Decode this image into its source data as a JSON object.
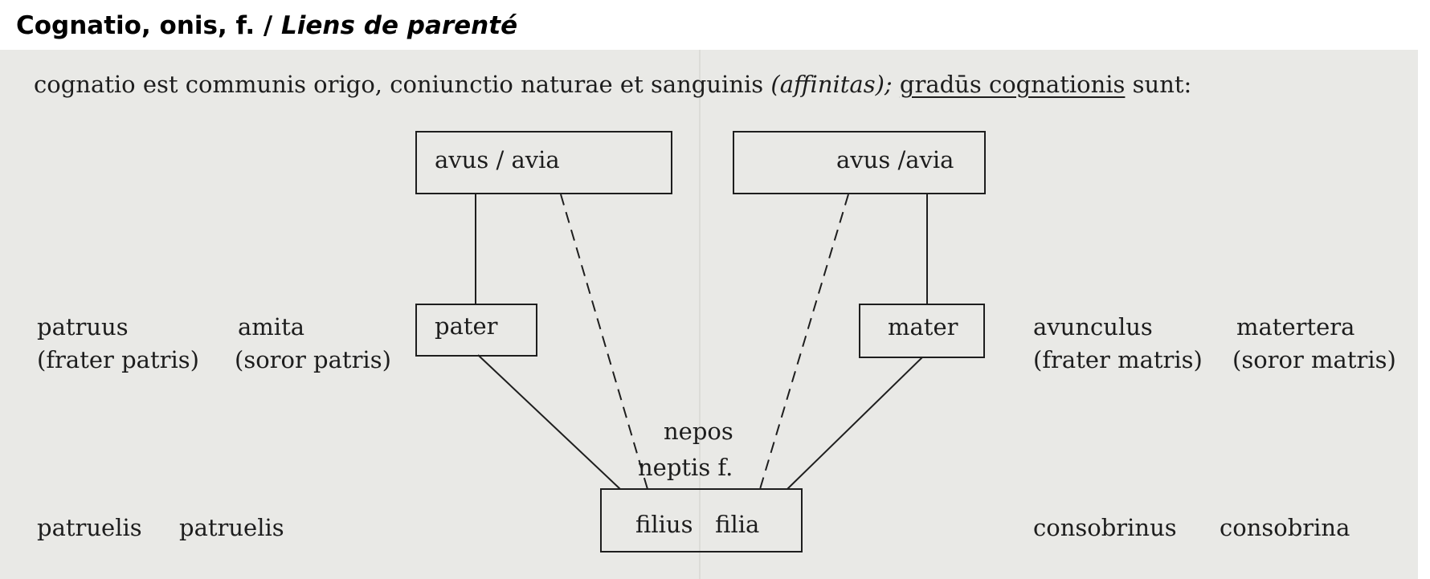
{
  "header": {
    "title_latin": "Cognatio, onis, f. /",
    "title_french": "Liens de parenté"
  },
  "intro": {
    "part1": "cognatio est communis origo, coniunctio naturae et sanguinis",
    "part2": "(affinitas);",
    "part3": "gradūs cognationis",
    "part4": "sunt:"
  },
  "boxes": {
    "grandparents_paternal": "avus / avia",
    "grandparents_maternal": "avus /avia",
    "father": "pater",
    "mother": "mater",
    "children": "filius   filia"
  },
  "nepos": {
    "line1": "nepos",
    "line2": "neptis f."
  },
  "relatives": {
    "patruus": "patruus",
    "patruus_def": "(frater patris)",
    "amita": "amita",
    "amita_def": "(soror patris)",
    "avunculus": "avunculus",
    "avunculus_def": "(frater matris)",
    "matertera": "matertera",
    "matertera_def": "(soror matris)"
  },
  "cousins": {
    "patruelis_m": "patruelis",
    "patruelis_f": "patruelis",
    "consobrinus": "consobrinus",
    "consobrina": "consobrina"
  }
}
